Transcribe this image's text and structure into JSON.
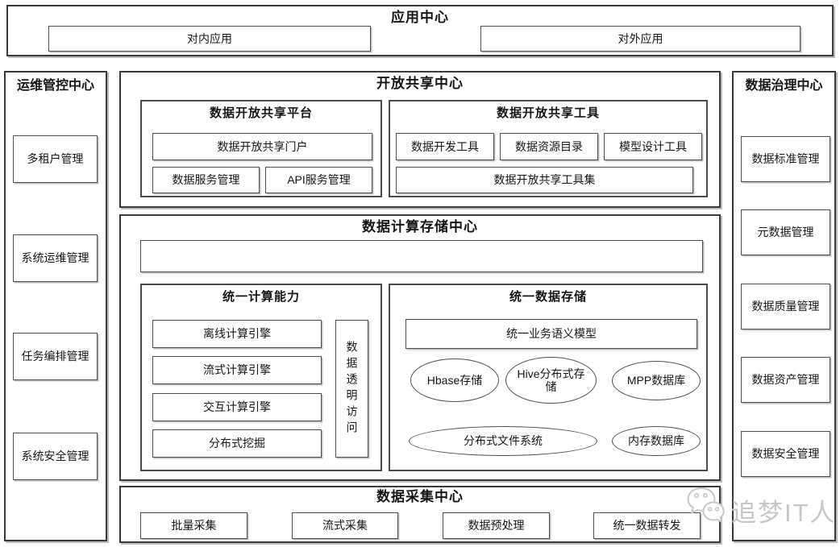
{
  "app_center": {
    "title": "应用中心",
    "items": [
      "对内应用",
      "对外应用"
    ]
  },
  "ops_center": {
    "title": "运维管控中心",
    "items": [
      "多租户管理",
      "系统运维管理",
      "任务编排管理",
      "系统安全管理"
    ]
  },
  "governance_center": {
    "title": "数据治理中心",
    "items": [
      "数据标准管理",
      "元数据管理",
      "数据质量管理",
      "数据资产管理",
      "数据安全管理"
    ]
  },
  "open_sharing": {
    "title": "开放共享中心",
    "platform": {
      "title": "数据开放共享平台",
      "portal": "数据开放共享门户",
      "items": [
        "数据服务管理",
        "API服务管理"
      ]
    },
    "tools": {
      "title": "数据开放共享工具",
      "items": [
        "数据开发工具",
        "数据资源目录",
        "模型设计工具"
      ],
      "toolset": "数据开放共享工具集"
    }
  },
  "compute_storage": {
    "title": "数据计算存储中心",
    "compute": {
      "title": "统一计算能力",
      "engines": [
        "离线计算引擎",
        "流式计算引擎",
        "交互计算引擎",
        "分布式挖掘"
      ],
      "vertical_label": "数据透明访问"
    },
    "storage": {
      "title": "统一数据存储",
      "model": "统一业务语义模型",
      "row1": [
        "Hbase存储",
        "Hive分布式存储",
        "MPP数据库"
      ],
      "row2": [
        "分布式文件系统",
        "内存数据库"
      ]
    }
  },
  "collection": {
    "title": "数据采集中心",
    "items": [
      "批量采集",
      "流式采集",
      "数据预处理",
      "统一数据转发"
    ]
  },
  "watermark": {
    "text": "追梦IT人",
    "icon": "wechat-icon"
  },
  "colors": {
    "panel_border": "#3a3a3a",
    "box_border": "#4f4f4f",
    "shadow": "#bcbcbc",
    "text": "#161616",
    "watermark": "#c7c7c7",
    "background": "#ffffff"
  }
}
